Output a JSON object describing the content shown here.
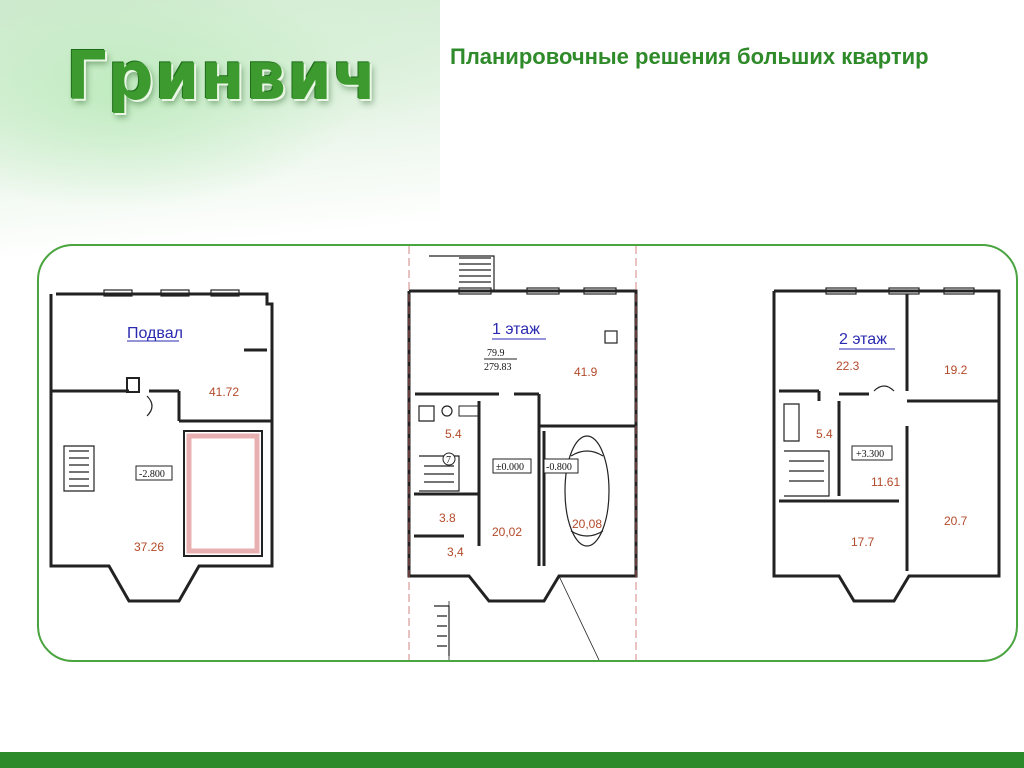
{
  "logo": {
    "text": "Гринвич"
  },
  "title": "Планировочные решения больших квартир",
  "plans": {
    "basement": {
      "label": "Подвал",
      "level": "-2.800",
      "rooms": [
        "41.72",
        "37.26"
      ]
    },
    "floor1": {
      "label": "1 этаж",
      "area_total": "79.9",
      "area_sub": "279.83",
      "level_main": "±0.000",
      "level_garage": "-0.800",
      "stair_number": "7",
      "rooms": [
        "41.9",
        "5.4",
        "3.8",
        "3,4",
        "20,02",
        "20,08"
      ]
    },
    "floor2": {
      "label": "2 этаж",
      "level": "+3.300",
      "rooms": [
        "22.3",
        "19.2",
        "5.4",
        "11.61",
        "20.7",
        "17.7"
      ]
    }
  },
  "colors": {
    "accent": "#2f8a2a",
    "frame": "#4aa43f",
    "room_label": "#b34a2a",
    "plan_label": "#2a2ab0"
  }
}
